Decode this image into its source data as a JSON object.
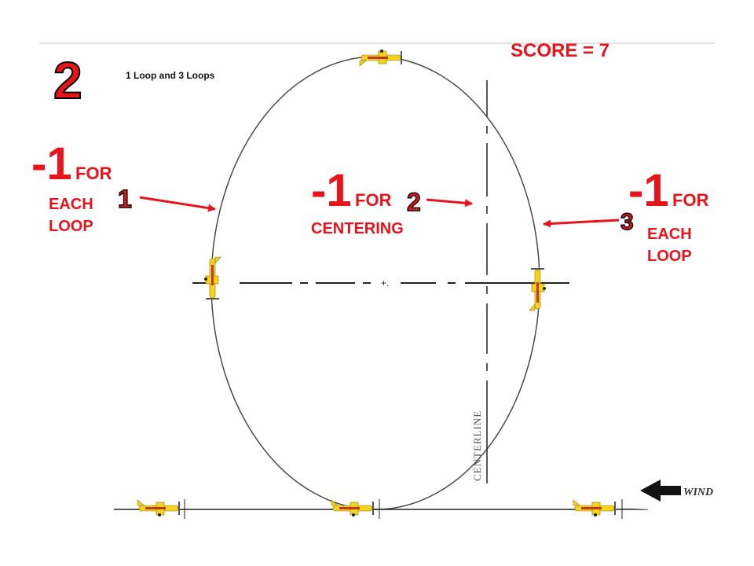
{
  "maneuver_number": "2",
  "maneuver_title": "1 Loop and 3 Loops",
  "score_label": "SCORE",
  "score_eq": "=",
  "score_value": "7",
  "deductions": [
    {
      "penalty": "-1",
      "for_word": "FOR",
      "reason": "EACH LOOP",
      "reason_line1": "EACH",
      "reason_line2": "LOOP",
      "marker": "1"
    },
    {
      "penalty": "-1",
      "for_word": "FOR",
      "reason": "CENTERING",
      "marker": "2"
    },
    {
      "penalty": "-1",
      "for_word": "FOR",
      "reason": "EACH LOOP",
      "reason_line1": "EACH",
      "reason_line2": "LOOP",
      "marker": "3"
    }
  ],
  "centerline_label": "CENTERLINE",
  "wind_label": "WIND",
  "colors": {
    "penalty_red": "#e8141b",
    "loop_line": "#4a4a4a",
    "aircraft_body": "#f4d31a",
    "aircraft_stripe": "#c0392b"
  },
  "icons": [
    "airplane-icon",
    "wind-arrow-icon",
    "red-arrow-icon"
  ]
}
